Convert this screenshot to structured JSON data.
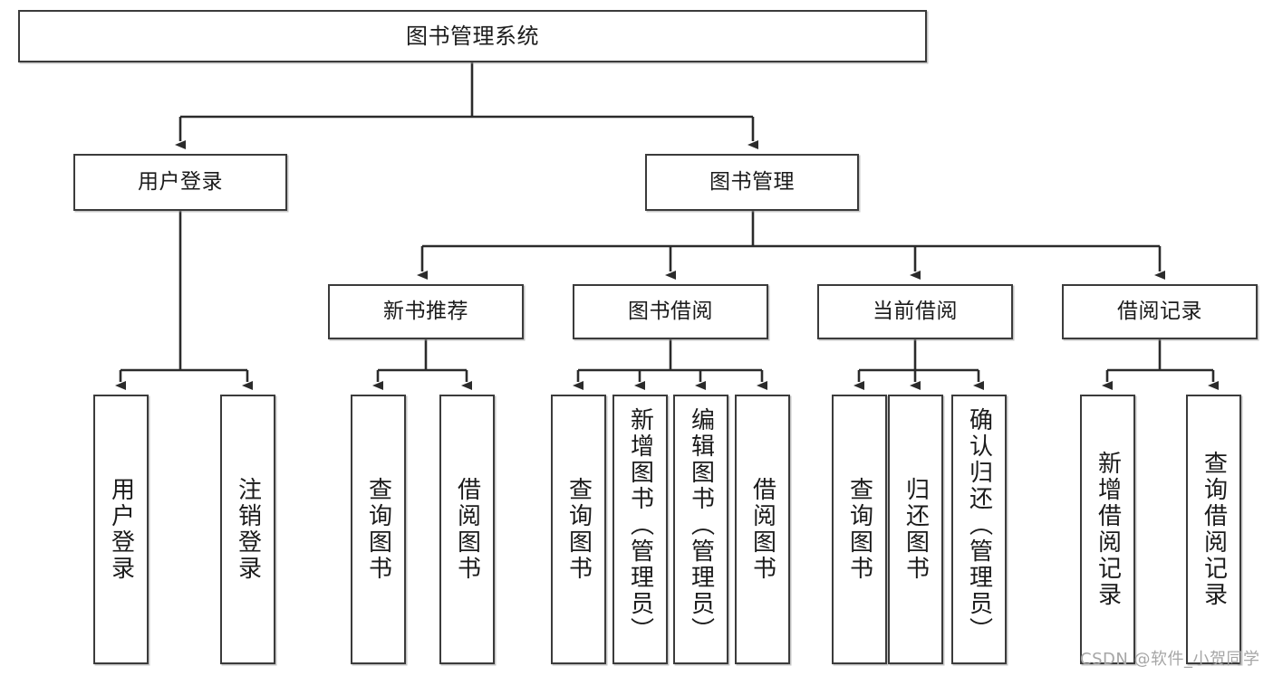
{
  "diagram": {
    "title": "图书管理系统",
    "type": "tree-hierarchy",
    "watermark": "CSDN @软件_小贺同学",
    "colors": {
      "box_border": "#3b3b3b",
      "box_fill": "#ffffff",
      "connector": "#1b1b1b",
      "watermark": "#a6a6a6",
      "background": "#ffffff"
    }
  },
  "nodes": {
    "root": {
      "label": "图书管理系统"
    },
    "level2": [
      {
        "label": "用户登录"
      },
      {
        "label": "图书管理"
      }
    ],
    "level3": [
      {
        "label": "新书推荐"
      },
      {
        "label": "图书借阅"
      },
      {
        "label": "当前借阅"
      },
      {
        "label": "借阅记录"
      }
    ],
    "leaves": {
      "user_login": [
        {
          "label": "用户登录"
        },
        {
          "label": "注销登录"
        }
      ],
      "new_book_recommend": [
        {
          "label": "查询图书"
        },
        {
          "label": "借阅图书"
        }
      ],
      "book_borrow": [
        {
          "label": "查询图书"
        },
        {
          "label": "新增图书（管理员）"
        },
        {
          "label": "编辑图书（管理员）"
        },
        {
          "label": "借阅图书"
        }
      ],
      "current_borrow": [
        {
          "label": "查询图书"
        },
        {
          "label": "归还图书"
        },
        {
          "label": "确认归还（管理员）"
        }
      ],
      "borrow_record": [
        {
          "label": "新增借阅记录"
        },
        {
          "label": "查询借阅记录"
        }
      ]
    }
  }
}
